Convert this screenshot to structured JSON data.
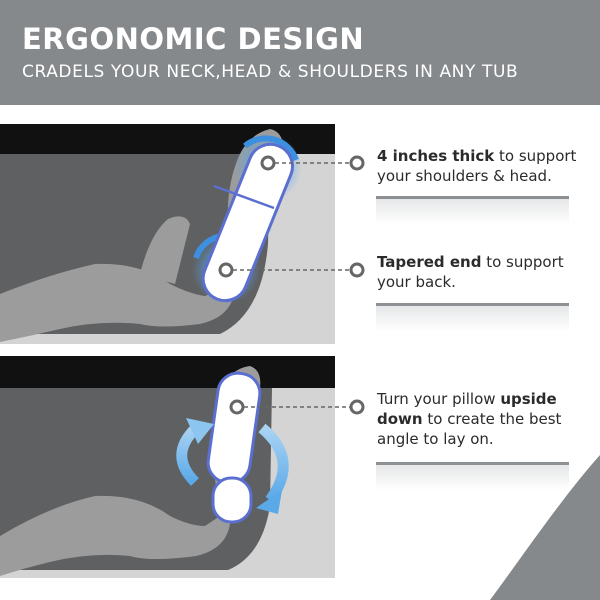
{
  "header": {
    "title": "ERGONOMIC DESIGN",
    "subtitle": "CRADELS YOUR NECK,HEAD & SHOULDERS IN ANY TUB"
  },
  "callouts": [
    {
      "bold": "4 inches thick",
      "rest": " to support your shoulders & head."
    },
    {
      "bold": "Tapered end",
      "rest": " to support your back."
    },
    {
      "pre": "Turn your pillow ",
      "bold": "upside down",
      "rest": " to create the best angle to lay on."
    }
  ],
  "colors": {
    "header_bg": "#86898c",
    "tub_dark": "#5f6062",
    "tub_black": "#111111",
    "tub_light": "#d4d4d4",
    "figure": "#9c9c9c",
    "pillow_outline": "#5b6fd0",
    "glow": "#56a8ee",
    "arrow": "#8cc5ef"
  },
  "icons": {
    "rotate_left": "curved-arrow-up-icon",
    "rotate_right": "curved-arrow-down-icon",
    "pointer": "target-dot-icon"
  }
}
